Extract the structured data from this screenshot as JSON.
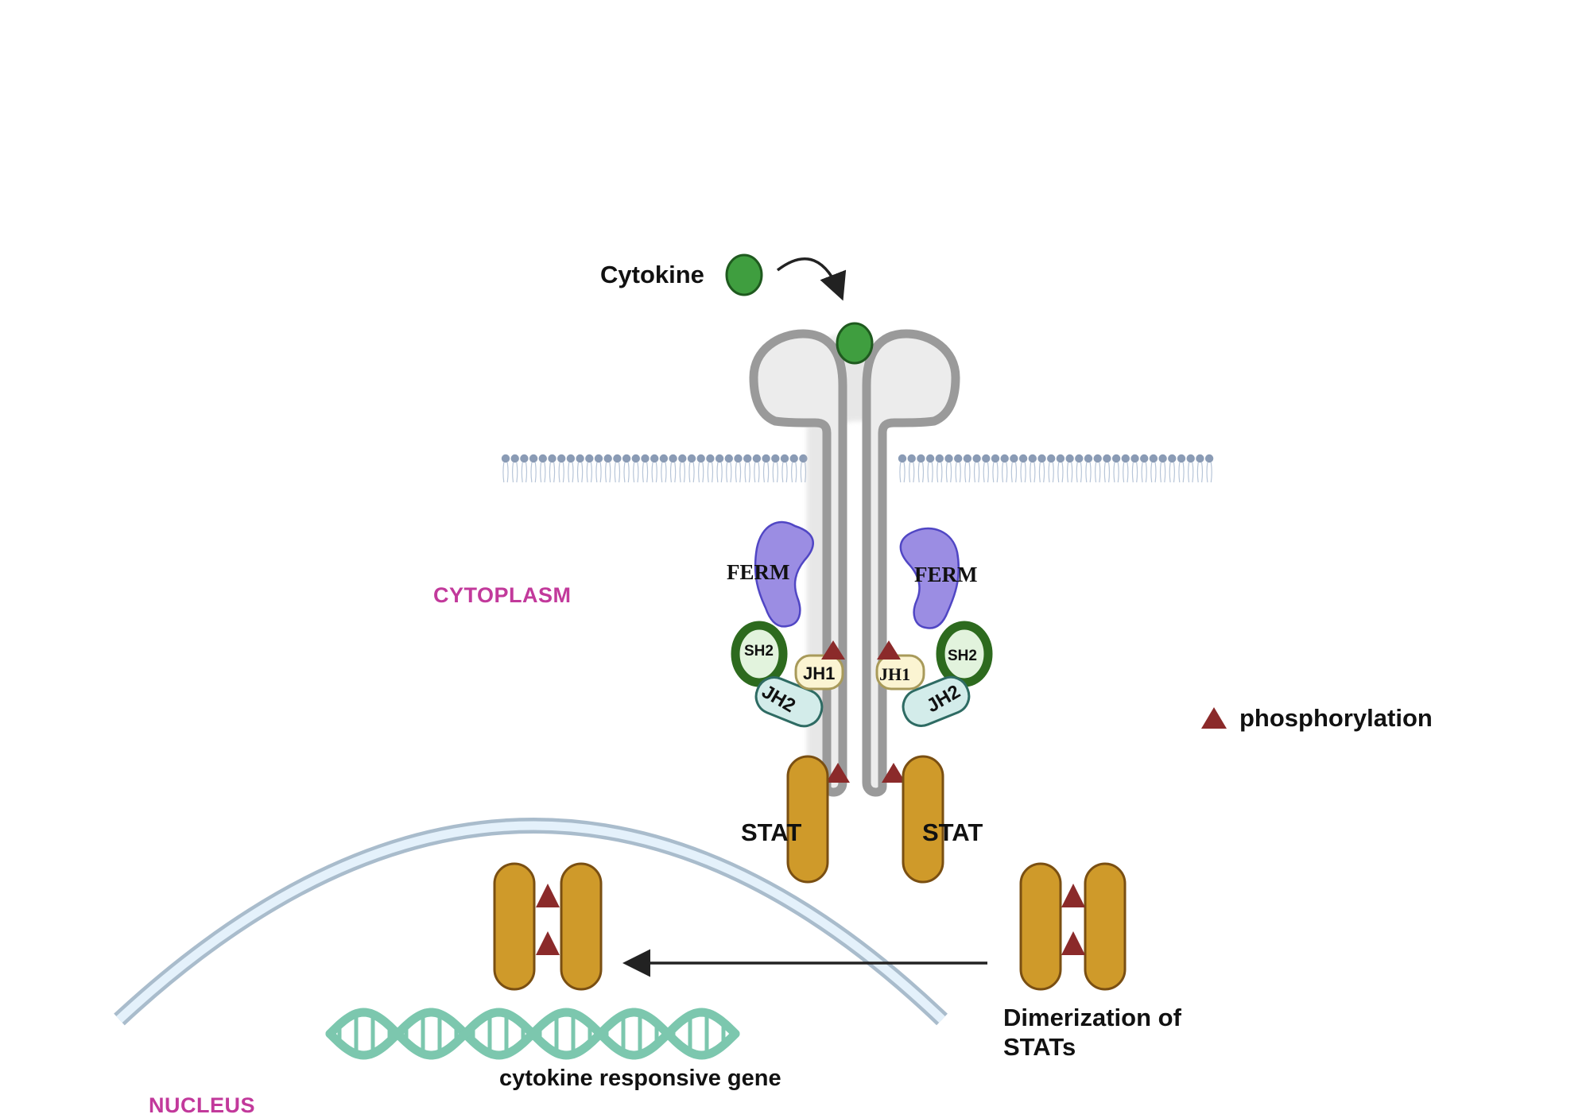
{
  "labels": {
    "cytokine": "Cytokine",
    "cytoplasm": "CYTOPLASM",
    "nucleus": "NUCLEUS",
    "ferm_left": "FERM",
    "ferm_right": "FERM",
    "sh2_left": "SH2",
    "sh2_right": "SH2",
    "jh1_left": "JH1",
    "jh1_right": "JH1",
    "jh2_left": "JH2",
    "jh2_right": "JH2",
    "stat_left": "STAT",
    "stat_right": "STAT",
    "phosphorylation": "phosphorylation",
    "dimerization_line1": "Dimerization of",
    "dimerization_line2": "STATs",
    "gene": "cytokine responsive gene"
  },
  "colors": {
    "cytokine": "#3f9e3f",
    "receptor": "#9a9a9a",
    "membrane": "#8a9bb5",
    "ferm": "#9b8de3",
    "sh2": "#2d6a1e",
    "jh2": "#d3ecea",
    "jh1": "#fbf4d2",
    "stat": "#cf9a2a",
    "phospho": "#8b2a2a",
    "dna": "#7cc7ae",
    "region_text": "#c2399b",
    "nuclear_envelope": "#a9bccc"
  },
  "icons": [
    "cytokine-ligand",
    "curved-arrow",
    "lipid-bilayer",
    "receptor-dimer",
    "phosphorylation-triangle",
    "stat-dimer",
    "dna-helix",
    "nuclear-envelope",
    "arrow-left"
  ]
}
